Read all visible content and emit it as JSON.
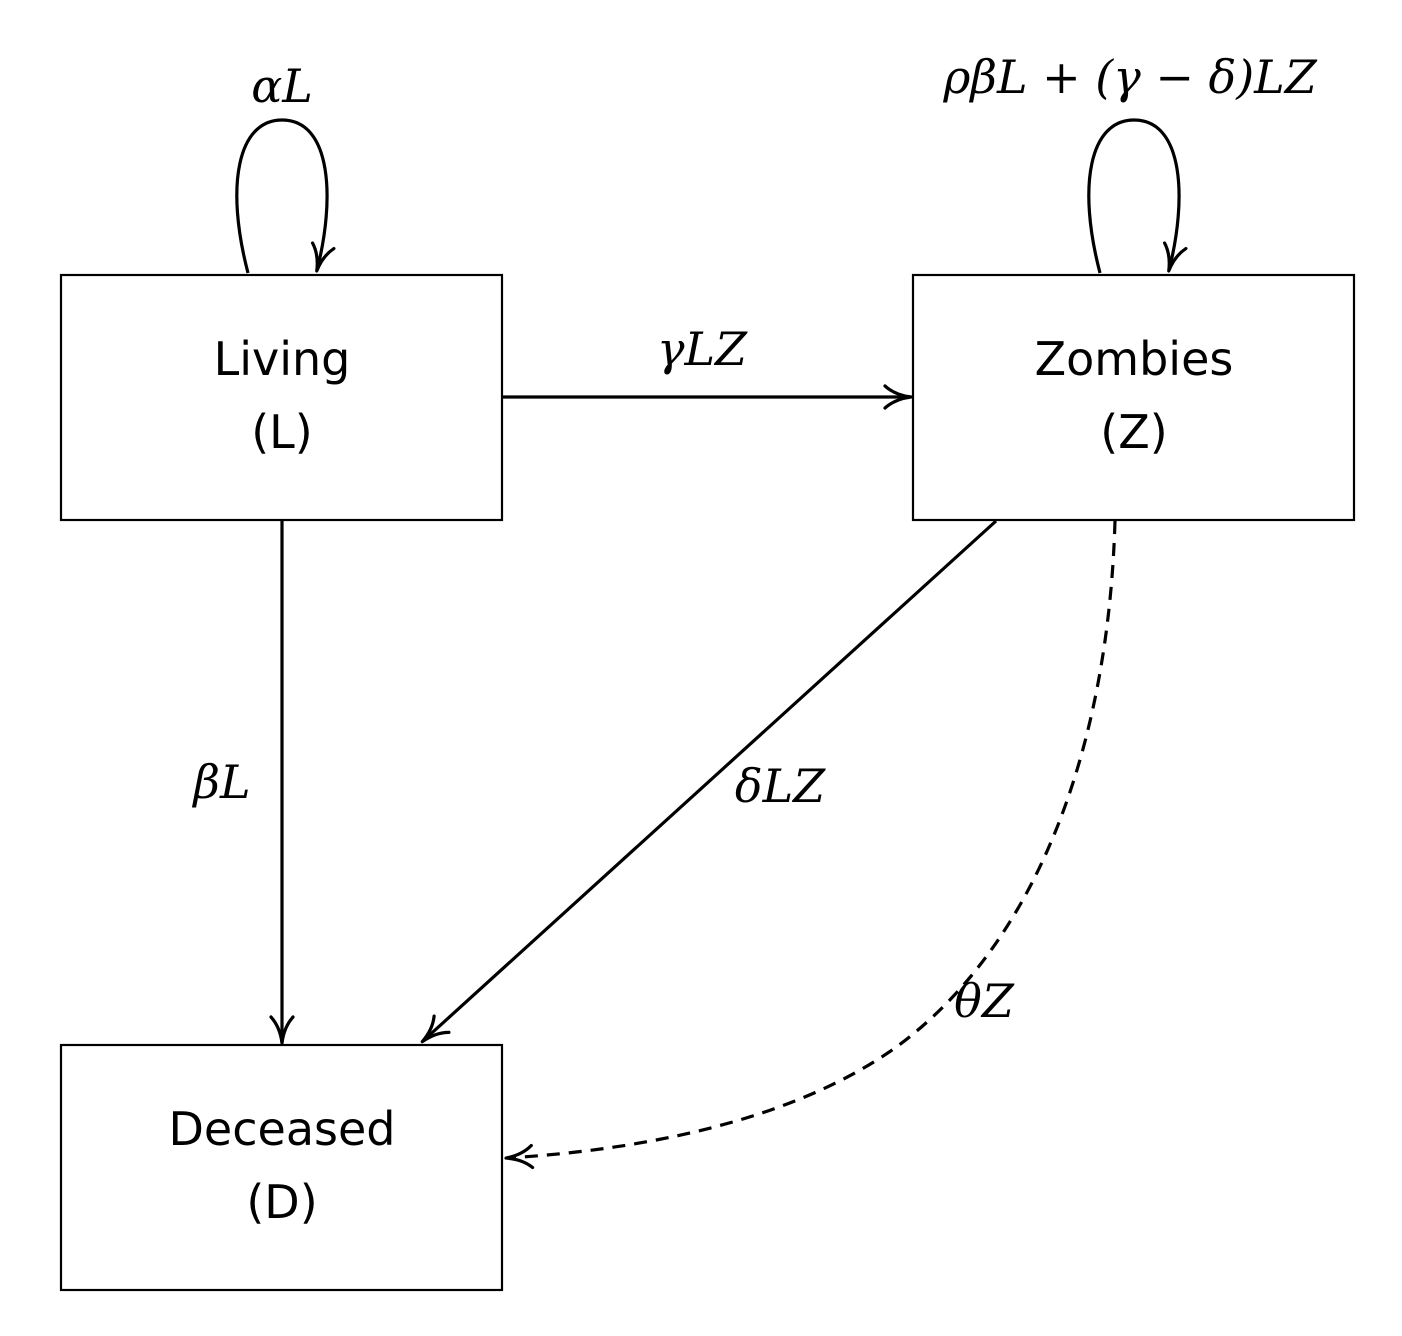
{
  "nodes": {
    "living": {
      "name": "Living",
      "symbol": "(L)"
    },
    "zombies": {
      "name": "Zombies",
      "symbol": "(Z)"
    },
    "deceased": {
      "name": "Deceased",
      "symbol": "(D)"
    }
  },
  "edges": {
    "living_self": "αL",
    "zombies_self": "ρβL + (γ − δ)LZ",
    "living_to_zombies": "γLZ",
    "living_to_deceased": "βL",
    "zombies_to_deceased": "δLZ",
    "zombies_to_deceased_dashed": "θZ"
  }
}
